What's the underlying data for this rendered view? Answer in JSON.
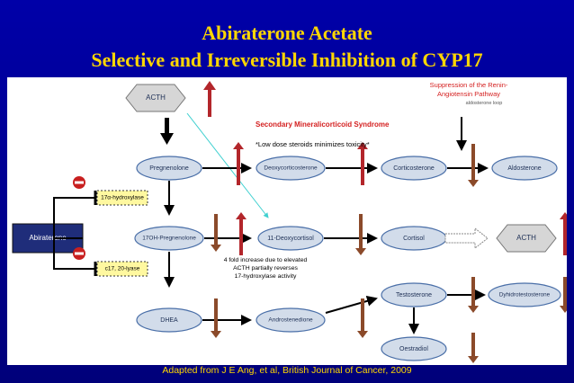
{
  "title_line1": "Abiraterone Acetate",
  "title_line2": "Selective and Irreversible Inhibition of CYP17",
  "caption": "Adapted from J E Ang, et al, British Journal of Cancer, 2009",
  "diagram": {
    "acth_top": "ACTH",
    "acth_right": "ACTH",
    "abiraterone": "Abiraterone",
    "enzyme_hydroxylase": "17α-hydroxylase",
    "enzyme_lyase": "c17, 20-lyase",
    "nodes": {
      "pregnenolone": "Pregnenolone",
      "deoxycorticosterone": "Deoxycorticosterone",
      "corticosterone": "Corticosterone",
      "aldosterone": "Aldosterone",
      "oh_pregnenolone": "17OH-Pregnenolone",
      "deoxycortisol": "11-Deoxycortisol",
      "cortisol": "Cortisol",
      "testosterone": "Testosterone",
      "dhea": "DHEA",
      "androstenedione": "Androstenedione",
      "dihydrotestosterone": "Dyhidrotestosterone",
      "oestradiol": "Oestradiol"
    },
    "suppression_line1": "Suppression of the Renin-",
    "suppression_line2": "Angiotensin Pathway",
    "aldosterone_loop": "aldosterone loop",
    "secondary_syndrome": "Secondary Mineralicorticoid Syndrome",
    "low_dose_note": "*Low dose steroids minimizes toxicity*",
    "fold_line1": "4 fold increase due to elevated",
    "fold_line2": "ACTH partially reverses",
    "fold_line3": "17-hydroxylase activity"
  },
  "colors": {
    "red_text": "#d42020",
    "up_arrow": "#b3262b",
    "down_arrow": "#8b4a2a",
    "node_fill": "#d2dcea",
    "enzyme_fill": "#fff8a0",
    "inhibit": "#c82020"
  }
}
